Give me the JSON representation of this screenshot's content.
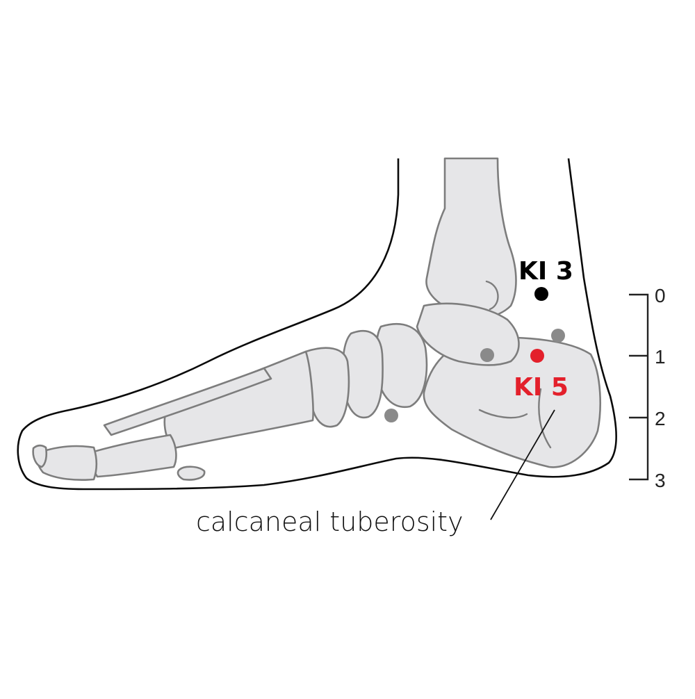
{
  "points": {
    "ki3": {
      "label": "KI 3",
      "color": "#000000"
    },
    "ki5": {
      "label": "KI 5",
      "color": "#e3202b"
    },
    "neighbor_color": "#8a8a8a"
  },
  "scale": {
    "ticks": [
      "0",
      "1",
      "2",
      "3"
    ]
  },
  "annotation": {
    "text": "calcaneal tuberosity"
  },
  "colors": {
    "bone_fill": "#e6e6e8",
    "bone_outline": "#7d7d7d",
    "skin_outline": "#0a0a0a"
  }
}
